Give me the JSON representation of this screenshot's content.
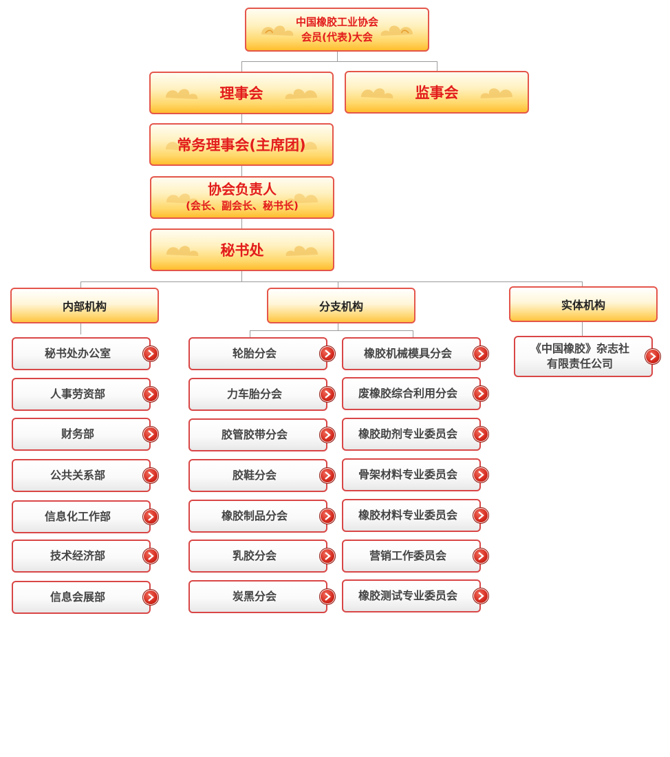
{
  "top": {
    "assembly": {
      "line1": "中国橡胶工业协会",
      "line2": "会员(代表)大会"
    },
    "council": "理事会",
    "supervisory": "监事会",
    "standing": "常务理事会(主席团)",
    "leaders": {
      "line1": "协会负责人",
      "line2": "(会长、副会长、秘书长)"
    },
    "secretariat": "秘书处"
  },
  "categories": {
    "internal": "内部机构",
    "branch": "分支机构",
    "entity": "实体机构"
  },
  "internal": [
    "秘书处办公室",
    "人事劳资部",
    "财务部",
    "公共关系部",
    "信息化工作部",
    "技术经济部",
    "信息会展部"
  ],
  "branch_left": [
    "轮胎分会",
    "力车胎分会",
    "胶管胶带分会",
    "胶鞋分会",
    "橡胶制品分会",
    "乳胶分会",
    "炭黑分会"
  ],
  "branch_right": [
    "橡胶机械模具分会",
    "废橡胶综合利用分会",
    "橡胶助剂专业委员会",
    "骨架材料专业委员会",
    "橡胶材料专业委员会",
    "营销工作委员会",
    "橡胶测试专业委员会"
  ],
  "entity": {
    "line1": "《中国橡胶》杂志社",
    "line2": "有限责任公司"
  },
  "colors": {
    "border": "#e4554a",
    "title_text": "#e21b1b",
    "gold": "#ffd86a"
  }
}
